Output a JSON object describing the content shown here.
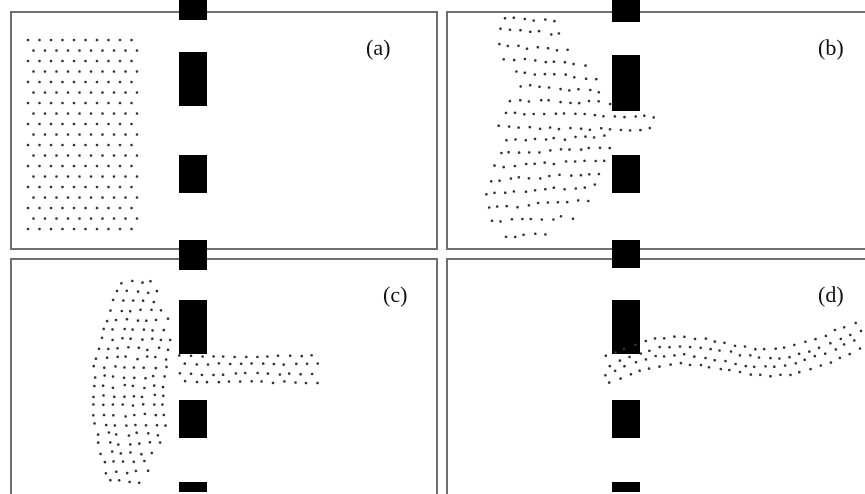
{
  "panels": [
    {
      "id": "a",
      "label": "(a)"
    },
    {
      "id": "b",
      "label": "(b)"
    },
    {
      "id": "c",
      "label": "(c)"
    },
    {
      "id": "d",
      "label": "(d)"
    }
  ],
  "colors": {
    "particle": "#333333",
    "wall": "#000000",
    "frame": "#6f6f6f"
  }
}
